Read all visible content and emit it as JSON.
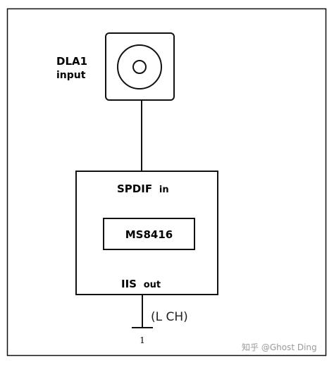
{
  "jack": {
    "name": "DLA1",
    "sub": "input"
  },
  "receiver": {
    "input_label_a": "SPDIF",
    "input_label_b": "in",
    "chip": "MS8416",
    "output_label_a": "IIS",
    "output_label_b": "out"
  },
  "terminal": {
    "channel": "(L CH)",
    "pin": "1"
  },
  "watermark": "知乎 @Ghost Ding"
}
